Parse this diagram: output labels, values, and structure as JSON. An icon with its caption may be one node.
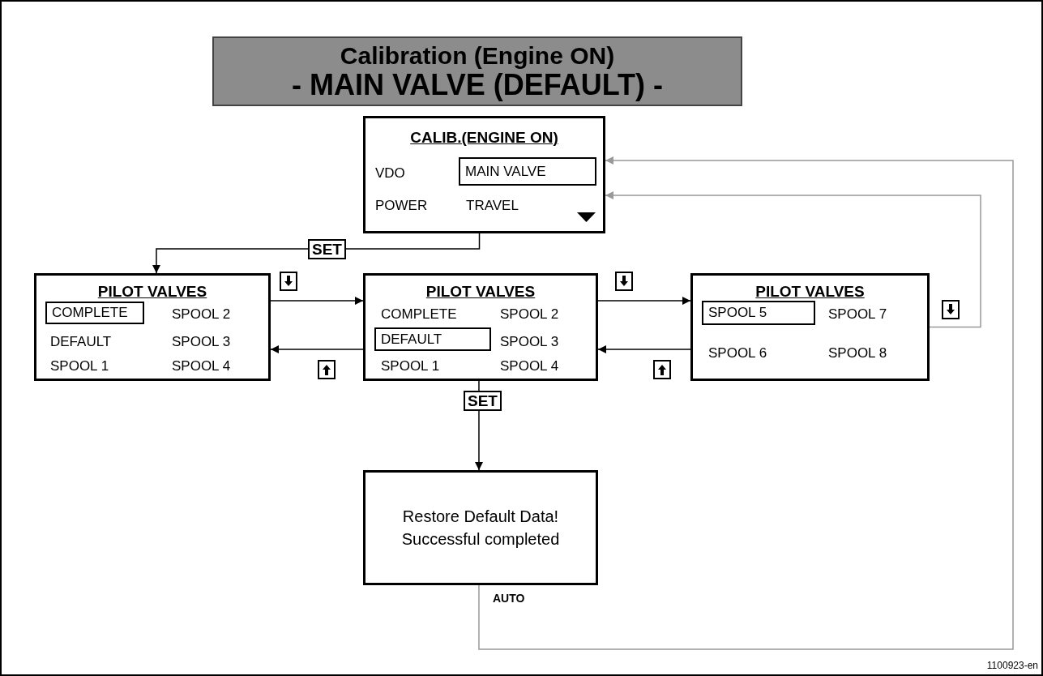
{
  "diagram": {
    "nodes": [
      {
        "text": [
          "Calibration (Engine ON)",
          "- MAIN VALVE (DEFAULT) -"
        ]
      },
      {
        "text": [
          "CALIB.(ENGINE ON)",
          "VDO",
          "POWER",
          "TRAVEL"
        ]
      },
      {
        "text": [
          "MAIN VALVE"
        ],
        "in": 1
      },
      {
        "text": [
          "PILOT VALVES",
          "SPOOL 2",
          "DEFAULT",
          "SPOOL 3",
          "SPOOL 1",
          "SPOOL 4"
        ]
      },
      {
        "text": [
          "COMPLETE"
        ],
        "in": 3
      },
      {
        "text": [
          "PILOT VALVES",
          "COMPLETE",
          "SPOOL 2",
          "SPOOL 3",
          "SPOOL 1",
          "SPOOL 4"
        ]
      },
      {
        "text": [
          "DEFAULT"
        ],
        "in": 5
      },
      {
        "text": [
          "PILOT VALVES",
          "SPOOL 7",
          "SPOOL 6",
          "SPOOL 8"
        ]
      },
      {
        "text": [
          "SPOOL 5"
        ],
        "in": 7
      },
      {
        "text": [
          "Restore Default Data! Successful completed"
        ]
      }
    ],
    "edges": [
      {
        "from": 1,
        "to": 3,
        "arrow": "to",
        "label": "SET"
      },
      {
        "from": 3,
        "to": 5,
        "arrow": "to"
      },
      {
        "from": 5,
        "to": 3,
        "arrow": "to"
      },
      {
        "from": 5,
        "to": 7,
        "arrow": "to"
      },
      {
        "from": 7,
        "to": 5,
        "arrow": "to"
      },
      {
        "from": 7,
        "to": 1,
        "arrow": "to",
        "color": "#999999"
      },
      {
        "from": 5,
        "to": 9,
        "arrow": "to",
        "label": "SET"
      },
      {
        "from": 9,
        "to": 1,
        "arrow": "to",
        "label": "AUTO",
        "color": "#999999"
      }
    ],
    "labels": [
      "1100923-en"
    ]
  }
}
